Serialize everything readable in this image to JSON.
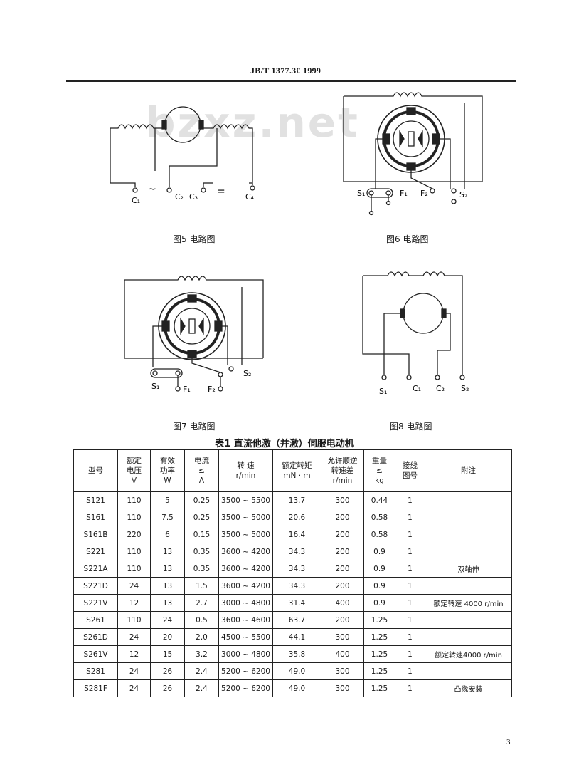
{
  "header": {
    "standard": "JB/T  1377.3£ 1999"
  },
  "watermark": "bzxz.net",
  "figures": [
    {
      "caption": "图5   电路图",
      "terminals": [
        "C₁",
        "~",
        "C₂",
        "C₃",
        "=",
        "C₄"
      ]
    },
    {
      "caption": "图6   电路图",
      "terminals": [
        "S₁",
        "F₁",
        "F₂",
        "S₂"
      ]
    },
    {
      "caption": "图7   电路图",
      "terminals": [
        "S₁",
        "F₁",
        "F₂",
        "S₂"
      ]
    },
    {
      "caption": "图8   电路图",
      "terminals": [
        "S₁",
        "C₁",
        "C₂",
        "S₂"
      ]
    }
  ],
  "table": {
    "title": "表1   直流他激（并激）伺服电动机",
    "headers": [
      [
        "型号"
      ],
      [
        "额定",
        "电压",
        "V"
      ],
      [
        "有效",
        "功率",
        "W"
      ],
      [
        "电流",
        "≤",
        "A"
      ],
      [
        "转  速",
        "r/min"
      ],
      [
        "额定转矩",
        "mN · m"
      ],
      [
        "允许顺逆",
        "转速差",
        "r/min"
      ],
      [
        "重量",
        "≤",
        "kg"
      ],
      [
        "接线",
        "图号"
      ],
      [
        "附注"
      ]
    ],
    "rows": [
      [
        "S121",
        "110",
        "5",
        "0.25",
        "3500 ~ 5500",
        "13.7",
        "300",
        "0.44",
        "1",
        ""
      ],
      [
        "S161",
        "110",
        "7.5",
        "0.25",
        "3500 ~ 5000",
        "20.6",
        "200",
        "0.58",
        "1",
        ""
      ],
      [
        "S161B",
        "220",
        "6",
        "0.15",
        "3500 ~ 5000",
        "16.4",
        "200",
        "0.58",
        "1",
        ""
      ],
      [
        "S221",
        "110",
        "13",
        "0.35",
        "3600 ~ 4200",
        "34.3",
        "200",
        "0.9",
        "1",
        ""
      ],
      [
        "S221A",
        "110",
        "13",
        "0.35",
        "3600 ~ 4200",
        "34.3",
        "200",
        "0.9",
        "1",
        "双轴伸"
      ],
      [
        "S221D",
        "24",
        "13",
        "1.5",
        "3600 ~ 4200",
        "34.3",
        "200",
        "0.9",
        "1",
        ""
      ],
      [
        "S221V",
        "12",
        "13",
        "2.7",
        "3000 ~ 4800",
        "31.4",
        "400",
        "0.9",
        "1",
        "额定转速 4000 r/min"
      ],
      [
        "S261",
        "110",
        "24",
        "0.5",
        "3600 ~ 4600",
        "63.7",
        "200",
        "1.25",
        "1",
        ""
      ],
      [
        "S261D",
        "24",
        "20",
        "2.0",
        "4500 ~ 5500",
        "44.1",
        "300",
        "1.25",
        "1",
        ""
      ],
      [
        "S261V",
        "12",
        "15",
        "3.2",
        "3000 ~ 4800",
        "35.8",
        "400",
        "1.25",
        "1",
        "额定转速4000 r/min"
      ],
      [
        "S281",
        "24",
        "26",
        "2.4",
        "5200 ~ 6200",
        "49.0",
        "300",
        "1.25",
        "1",
        ""
      ],
      [
        "S281F",
        "24",
        "26",
        "2.4",
        "5200 ~ 6200",
        "49.0",
        "300",
        "1.25",
        "1",
        "凸缘安装"
      ]
    ]
  },
  "page_number": "3"
}
